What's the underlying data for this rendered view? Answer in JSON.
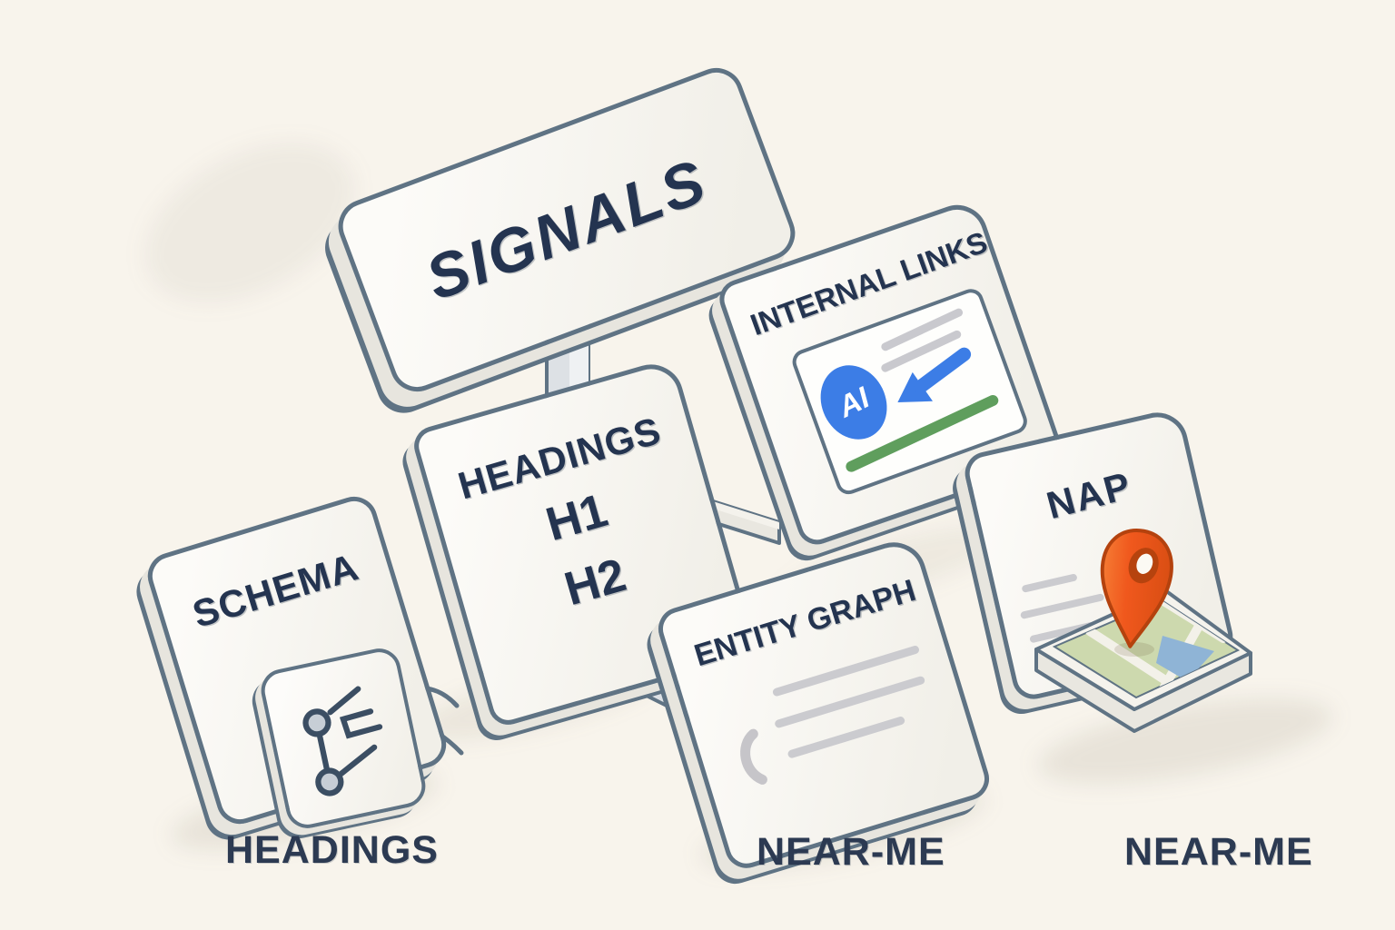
{
  "sign": {
    "label": "SIGNALS"
  },
  "panels": {
    "headings": {
      "title": "HEADINGS",
      "h1": "H1",
      "h2": "H2"
    },
    "internal_links": {
      "title": "INTERNAL LINKS",
      "ai_label": "AI"
    },
    "schema": {
      "title": "SCHEMA"
    },
    "entity_graph": {
      "title": "ENTITY GRAPH"
    },
    "nap": {
      "title": "NAP"
    }
  },
  "captions": {
    "left": "HEADINGS",
    "middle": "NEAR-ME",
    "right": "NEAR-ME"
  },
  "icons": [
    "sign-post",
    "connector-bar",
    "cable-wire",
    "ai-badge-icon",
    "link-arrow-icon",
    "text-line-icon",
    "green-underline-icon",
    "schema-connector-icon",
    "phone-icon",
    "map-tile-icon",
    "map-pin-icon"
  ],
  "colors": {
    "background": "#f8f4ec",
    "outline_slate": "#5f7384",
    "text_navy": "#243450",
    "panel_face": "#f2efe9",
    "panel_side": "#e7e5de",
    "accent_blue": "#3c7de6",
    "accent_green": "#5f9e5d",
    "accent_orange": "#f0581d",
    "map_green": "#cdd9ae",
    "map_blue": "#8fb4d6",
    "line_gray": "#c9c9ce"
  }
}
